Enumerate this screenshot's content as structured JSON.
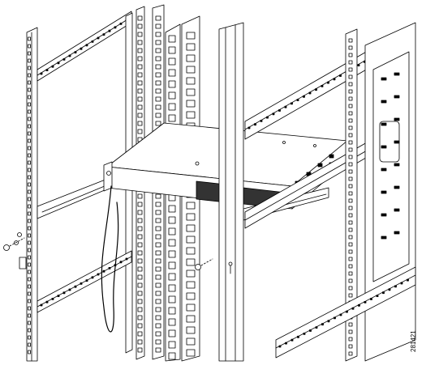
{
  "figure": {
    "id_label": "281421",
    "elements": [
      "rack-left-rail",
      "rack-center-post",
      "rack-right-frame",
      "switch-chassis",
      "slide-rail",
      "mounting-screw",
      "ground-cable"
    ]
  },
  "colors": {
    "line": "#000000",
    "background": "#ffffff",
    "shade": "#555555"
  }
}
